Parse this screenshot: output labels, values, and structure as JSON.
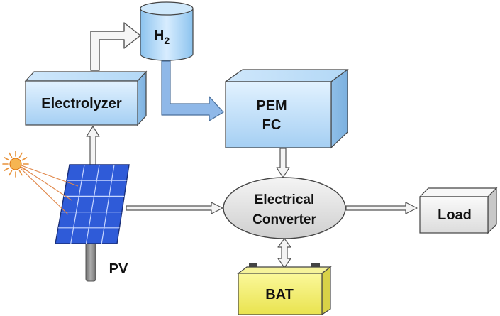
{
  "labels": {
    "electrolyzer": "Electrolyzer",
    "h2_main": "H",
    "h2_sub": "2",
    "pem_line1": "PEM",
    "pem_line2": "FC",
    "converter_line1": "Electrical",
    "converter_line2": "Converter",
    "load": "Load",
    "battery": "BAT",
    "pv": "PV"
  },
  "colors": {
    "box_blue_light": "#dcefff",
    "box_blue_dark": "#a9d2f5",
    "battery_yellow": "#f4f06a",
    "converter_fill": "#e3e3e3",
    "load_fill": "#f2f2f2",
    "panel_blue": "#2f5bd8",
    "hydrogen_pipe": "#8fb8e8",
    "sun_orange": "#f0a03c",
    "pole_gray": "#8a8a8a"
  },
  "icons": [
    "sun-icon",
    "solar-panel-icon",
    "hydrogen-tank-icon",
    "battery-icon"
  ]
}
